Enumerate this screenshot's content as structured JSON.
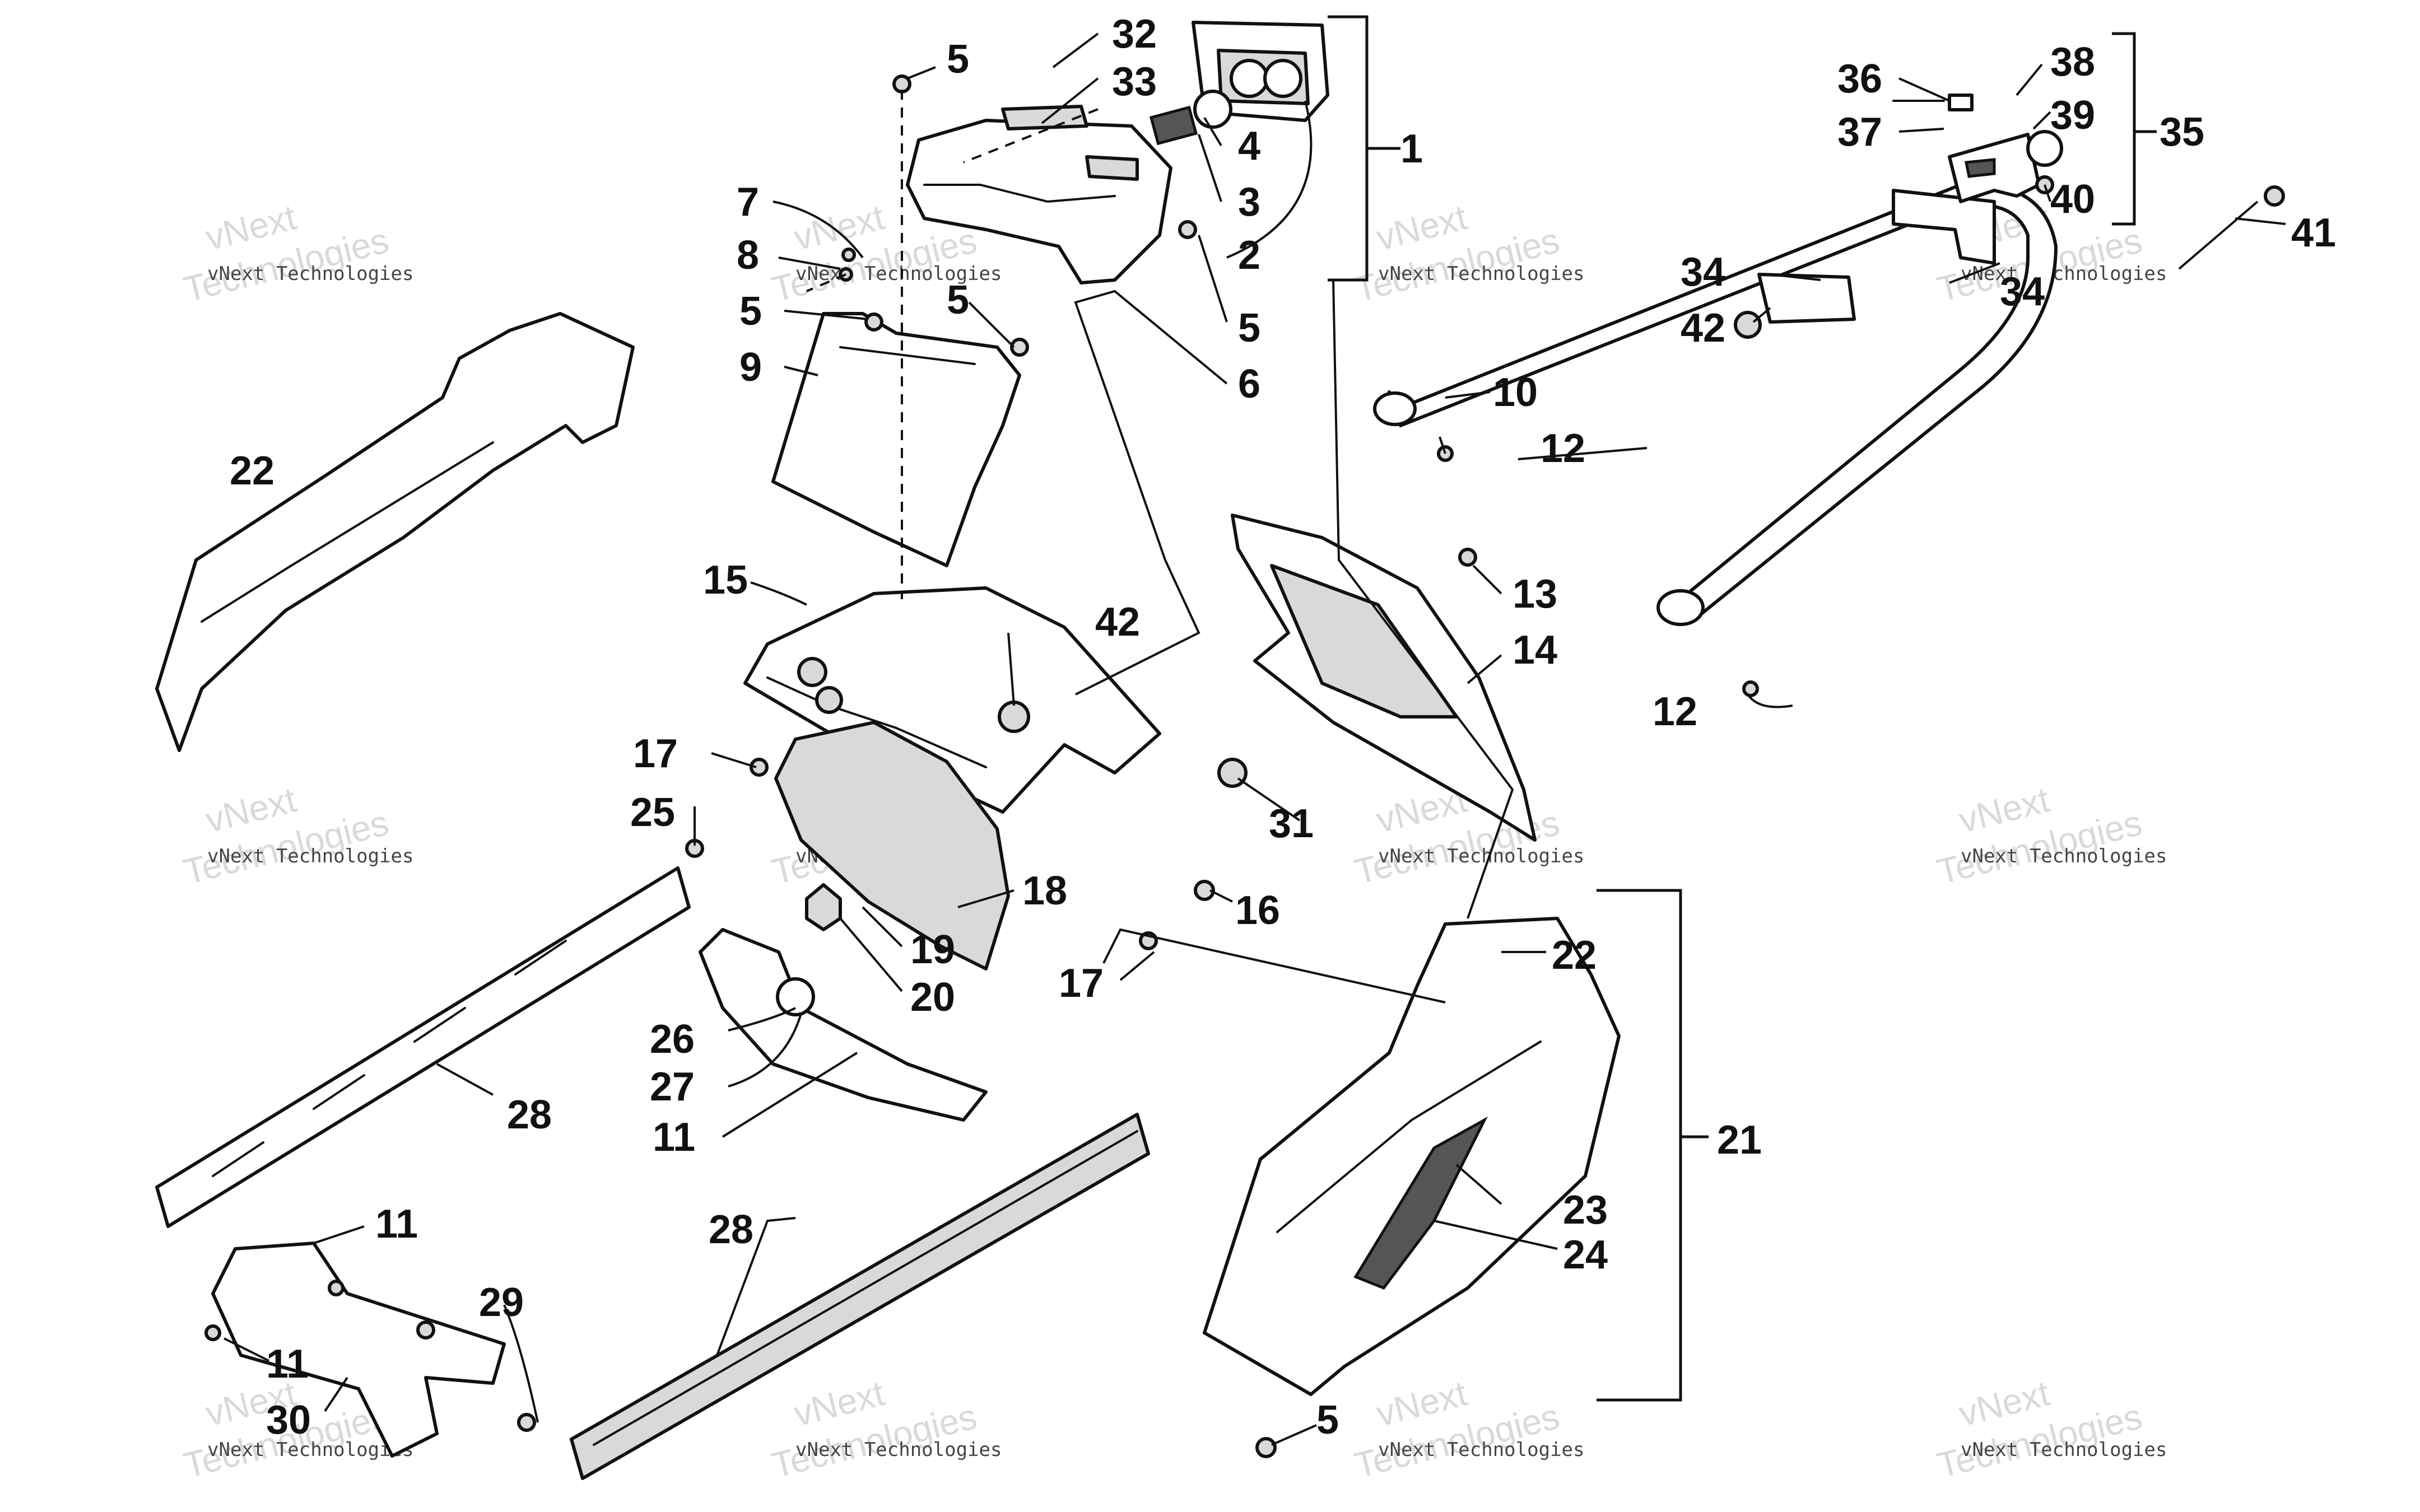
{
  "diagram": {
    "callouts": [
      {
        "id": "c1",
        "label": "1"
      },
      {
        "id": "c2",
        "label": "2"
      },
      {
        "id": "c3",
        "label": "3"
      },
      {
        "id": "c4",
        "label": "4"
      },
      {
        "id": "c5a",
        "label": "5"
      },
      {
        "id": "c5b",
        "label": "5"
      },
      {
        "id": "c5c",
        "label": "5"
      },
      {
        "id": "c5d",
        "label": "5"
      },
      {
        "id": "c5e",
        "label": "5"
      },
      {
        "id": "c6",
        "label": "6"
      },
      {
        "id": "c7",
        "label": "7"
      },
      {
        "id": "c8",
        "label": "8"
      },
      {
        "id": "c9",
        "label": "9"
      },
      {
        "id": "c10",
        "label": "10"
      },
      {
        "id": "c11a",
        "label": "11"
      },
      {
        "id": "c11b",
        "label": "11"
      },
      {
        "id": "c11c",
        "label": "11"
      },
      {
        "id": "c12a",
        "label": "12"
      },
      {
        "id": "c12b",
        "label": "12"
      },
      {
        "id": "c13",
        "label": "13"
      },
      {
        "id": "c14",
        "label": "14"
      },
      {
        "id": "c15",
        "label": "15"
      },
      {
        "id": "c16",
        "label": "16"
      },
      {
        "id": "c17a",
        "label": "17"
      },
      {
        "id": "c17b",
        "label": "17"
      },
      {
        "id": "c18",
        "label": "18"
      },
      {
        "id": "c19",
        "label": "19"
      },
      {
        "id": "c20",
        "label": "20"
      },
      {
        "id": "c21",
        "label": "21"
      },
      {
        "id": "c22a",
        "label": "22"
      },
      {
        "id": "c22b",
        "label": "22"
      },
      {
        "id": "c23",
        "label": "23"
      },
      {
        "id": "c24",
        "label": "24"
      },
      {
        "id": "c25",
        "label": "25"
      },
      {
        "id": "c26",
        "label": "26"
      },
      {
        "id": "c27",
        "label": "27"
      },
      {
        "id": "c28a",
        "label": "28"
      },
      {
        "id": "c28b",
        "label": "28"
      },
      {
        "id": "c29",
        "label": "29"
      },
      {
        "id": "c30",
        "label": "30"
      },
      {
        "id": "c31",
        "label": "31"
      },
      {
        "id": "c32",
        "label": "32"
      },
      {
        "id": "c33",
        "label": "33"
      },
      {
        "id": "c34a",
        "label": "34"
      },
      {
        "id": "c34b",
        "label": "34"
      },
      {
        "id": "c35",
        "label": "35"
      },
      {
        "id": "c36",
        "label": "36"
      },
      {
        "id": "c37",
        "label": "37"
      },
      {
        "id": "c38",
        "label": "38"
      },
      {
        "id": "c39",
        "label": "39"
      },
      {
        "id": "c40",
        "label": "40"
      },
      {
        "id": "c41",
        "label": "41"
      },
      {
        "id": "c42a",
        "label": "42"
      },
      {
        "id": "c42b",
        "label": "42"
      }
    ],
    "watermark": {
      "line1": "vNext Technologies",
      "line2": "vNext",
      "line3": "Technologies"
    }
  }
}
